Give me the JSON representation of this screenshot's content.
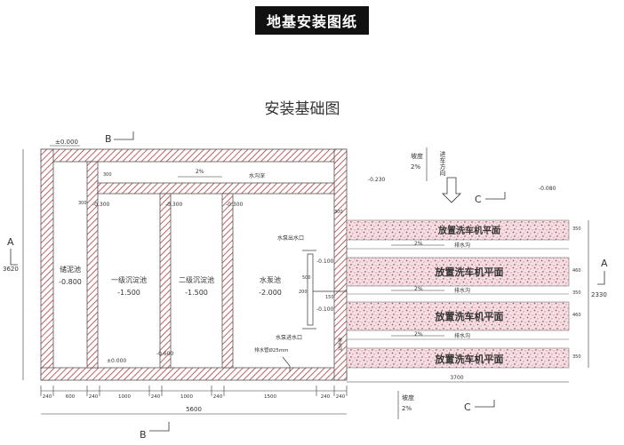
{
  "banner": {
    "title": "地基安装图纸"
  },
  "drawing": {
    "title": "安装基础图",
    "sections": {
      "a": "A",
      "b": "B",
      "c": "C"
    },
    "levels": {
      "top": "±0.000",
      "grit": "-0.800",
      "sed1": "-1.500",
      "sed2": "-1.500",
      "pump": "-2.000",
      "floor": "±0.000",
      "apron_left": "-0.230",
      "apron_right": "-0.080",
      "small1": "-0.300",
      "small2": "-0.300",
      "small3": "-0.300",
      "pipe1": "-0.100",
      "pipe2": "-0.100",
      "bottom_left": "±0.000",
      "bottom_mid": "-0.600"
    },
    "rooms": {
      "grit": "储泥池",
      "sed1": "一级沉淀池",
      "sed2": "二级沉淀池",
      "pump": "水泵池"
    },
    "labels": {
      "slope_top": "坡度",
      "slope_top_pct": "2%",
      "slope_bottom": "坡度",
      "slope_bottom_pct": "2%",
      "entry_dir": "进车方向",
      "ditch_top": "水沟深",
      "ditch_pct": "2%",
      "pump_outlet": "水泵出水口",
      "pump_inlet": "水泵进水口",
      "drain_pipe": "排水管Ø25mm",
      "drainage_right": "排水沟",
      "platform1": "放置洗车机平面",
      "platform2": "放置洗车机平面",
      "platform3": "放置洗车机平面",
      "platform4": "放置洗车机平面",
      "ditch1": "排水沟",
      "ditch2": "排水沟",
      "ditch3": "排水沟",
      "pct1": "2%",
      "pct2": "2%",
      "pct3": "2%"
    },
    "dims": {
      "bottom": [
        "240",
        "600",
        "240",
        "1000",
        "240",
        "1000",
        "240",
        "1500",
        "240",
        "240"
      ],
      "total": "5600",
      "apron_len": "3700",
      "left_total": "3620",
      "right_total": "2330",
      "right_parts": [
        "350",
        "460",
        "350",
        "460",
        "350"
      ],
      "small_300a": "300",
      "small_300b": "300",
      "small_300c": "300",
      "small_200": "200",
      "small_150": "150",
      "small_500": "500"
    }
  }
}
